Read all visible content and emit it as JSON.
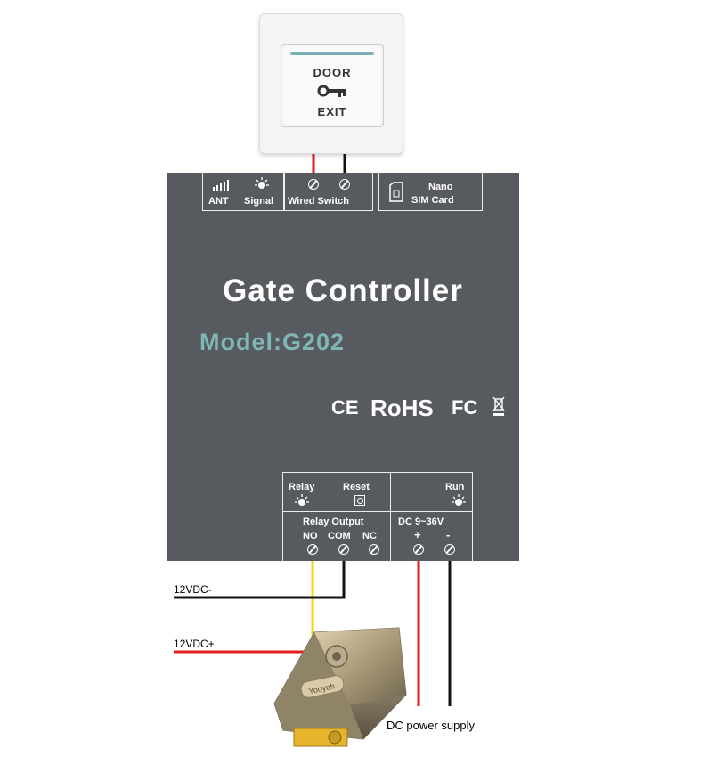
{
  "exit_button": {
    "line1": "DOOR",
    "line2": "EXIT"
  },
  "controller": {
    "title": "Gate Controller",
    "model": "Model:G202",
    "top_labels": {
      "ant": "ANT",
      "signal": "Signal",
      "wired_switch": "Wired Switch",
      "sim_line1": "Nano",
      "sim_line2": "SIM Card"
    },
    "bottom_labels": {
      "relay": "Relay",
      "reset": "Reset",
      "run": "Run",
      "relay_output": "Relay Output",
      "no": "NO",
      "com": "COM",
      "nc": "NC",
      "dc": "DC 9~36V",
      "plus": "+",
      "minus": "-"
    },
    "certifications": {
      "ce": "CE",
      "rohs": "RoHS",
      "fc": "FC"
    }
  },
  "wiring": {
    "label_12vdc_minus": "12VDC-",
    "label_12vdc_plus": "12VDC+",
    "label_power": "DC power supply",
    "colors": {
      "red": "#e01c1c",
      "black": "#111111",
      "yellow": "#f2d21c"
    }
  },
  "lock": {
    "brand": "Yooyoh"
  }
}
